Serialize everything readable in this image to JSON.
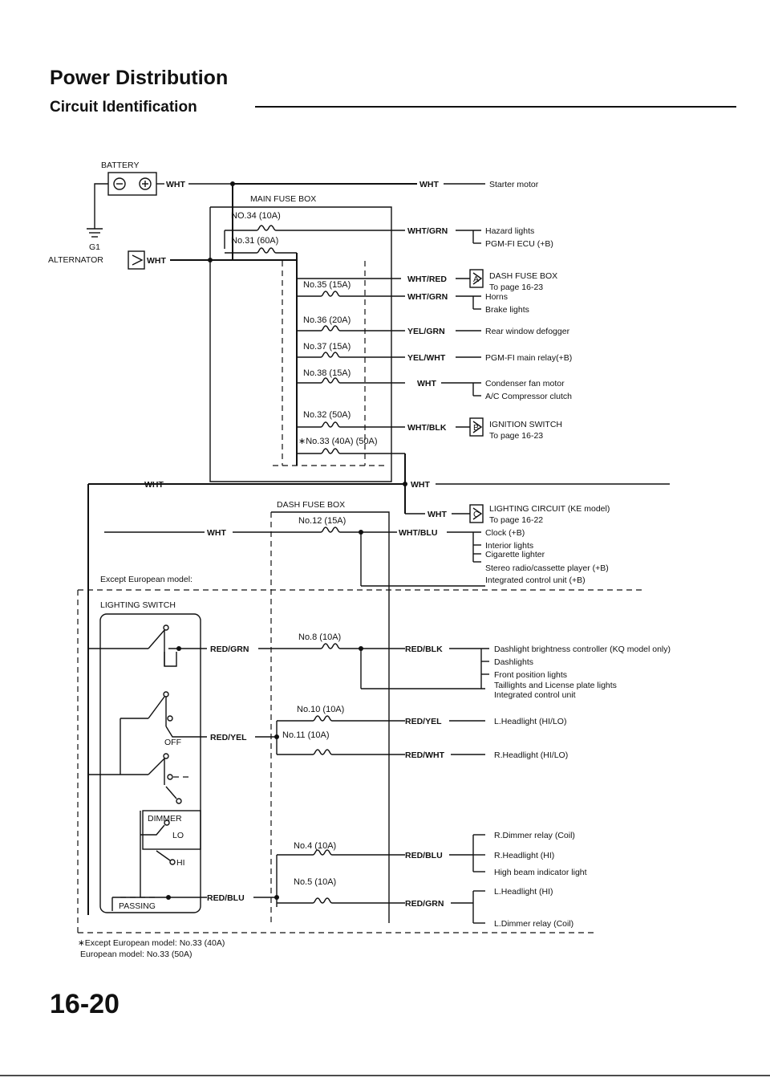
{
  "header": {
    "title": "Power Distribution",
    "subtitle": "Circuit Identification"
  },
  "components": {
    "battery": "BATTERY",
    "ground": "G1",
    "alternator": "ALTERNATOR",
    "main_fuse_box": "MAIN FUSE BOX",
    "dash_fuse_box": "DASH FUSE BOX",
    "lighting_switch": "LIGHTING SWITCH",
    "off": "OFF",
    "dimmer": "DIMMER",
    "lo": "LO",
    "hi": "HI",
    "passing": "PASSING",
    "except_european": "Except European model:"
  },
  "fuses": {
    "f34": "NO.34 (10A)",
    "f31": "No.31 (60A)",
    "f35": "No.35 (15A)",
    "f36": "No.36 (20A)",
    "f37": "No.37 (15A)",
    "f38": "No.38 (15A)",
    "f32": "No.32 (50A)",
    "f33": "∗No.33 (40A) (50A)",
    "f12": "No.12 (15A)",
    "f8": "No.8 (10A)",
    "f10": "No.10 (10A)",
    "f11": "No.11 (10A)",
    "f4": "No.4 (10A)",
    "f5": "No.5 (10A)"
  },
  "wires": {
    "wht": "WHT",
    "wht_grn": "WHT/GRN",
    "wht_red": "WHT/RED",
    "yel_grn": "YEL/GRN",
    "yel_wht": "YEL/WHT",
    "wht_blk": "WHT/BLK",
    "wht_blu": "WHT/BLU",
    "red_grn": "RED/GRN",
    "red_yel": "RED/YEL",
    "red_blk": "RED/BLK",
    "red_wht": "RED/WHT",
    "red_blu": "RED/BLU"
  },
  "loads": {
    "starter": "Starter motor",
    "hazard": "Hazard lights",
    "pgm_fi_ecu": "PGM-FI ECU (+B)",
    "dash_fuse_box_a": "DASH FUSE BOX",
    "to_page_a": "To page 16-23",
    "horns": "Horns",
    "brake": "Brake lights",
    "rear_defogger": "Rear window defogger",
    "pgm_relay": "PGM-FI main relay(+B)",
    "condenser": "Condenser fan motor",
    "ac_clutch": "A/C Compressor clutch",
    "ignition": "IGNITION SWITCH",
    "to_page_b": "To page 16-23",
    "lighting_circuit": "LIGHTING CIRCUIT (KE model)",
    "to_page_c": "To page 16-22",
    "clock": "Clock (+B)",
    "interior": "Interior lights",
    "cigarette": "Cigarette lighter",
    "stereo": "Stereo radio/cassette player (+B)",
    "icu_b": "Integrated control unit (+B)",
    "dash_brightness": "Dashlight brightness controller (KQ model only)",
    "dashlights": "Dashlights",
    "front_position": "Front position lights",
    "taillights": "Taillights and License plate lights",
    "icu": "Integrated control unit",
    "l_headlight_hilo": "L.Headlight (HI/LO)",
    "r_headlight_hilo": "R.Headlight (HI/LO)",
    "r_dimmer": "R.Dimmer relay (Coil)",
    "r_headlight_hi": "R.Headlight (HI)",
    "high_beam": "High beam indicator light",
    "l_headlight_hi": "L.Headlight (HI)",
    "l_dimmer": "L.Dimmer relay (Coil)"
  },
  "connectors": {
    "a": "A",
    "b": "B",
    "c": "C"
  },
  "footnote": {
    "line1": "∗Except European model: No.33 (40A)",
    "line2": "European model: No.33 (50A)"
  },
  "page_number": "16-20"
}
